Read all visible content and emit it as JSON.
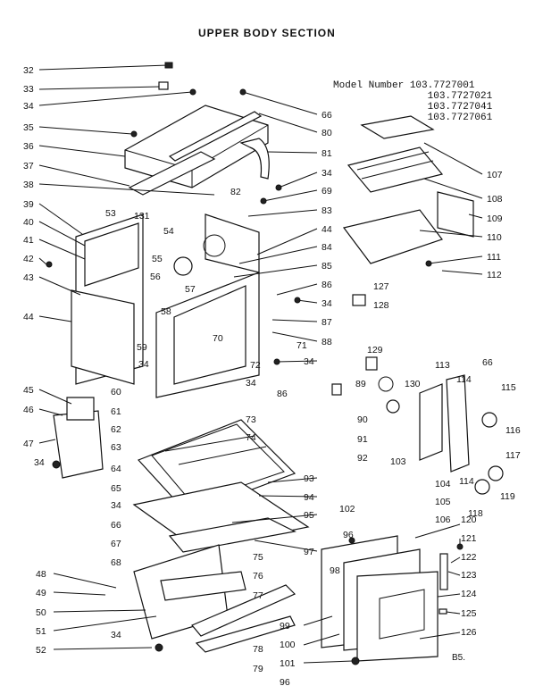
{
  "title": "UPPER BODY SECTION",
  "model_caption": "Model Number",
  "model_numbers": [
    "103.7727001",
    "103.7727021",
    "103.7727041",
    "103.7727061"
  ],
  "page_mark": "B5.",
  "callouts": [
    "32",
    "33",
    "34",
    "35",
    "36",
    "37",
    "38",
    "39",
    "40",
    "41",
    "42",
    "43",
    "44",
    "45",
    "46",
    "47",
    "34",
    "53",
    "131",
    "54",
    "55",
    "56",
    "57",
    "58",
    "59",
    "34",
    "60",
    "61",
    "62",
    "63",
    "64",
    "65",
    "34",
    "66",
    "67",
    "68",
    "48",
    "49",
    "50",
    "51",
    "52",
    "34",
    "66",
    "80",
    "81",
    "34",
    "82",
    "69",
    "83",
    "44",
    "84",
    "85",
    "86",
    "34",
    "87",
    "88",
    "71",
    "70",
    "72",
    "34",
    "86",
    "34",
    "73",
    "74",
    "93",
    "94",
    "95",
    "97",
    "75",
    "76",
    "77",
    "78",
    "79",
    "107",
    "108",
    "109",
    "110",
    "111",
    "112",
    "127",
    "128",
    "129",
    "89",
    "130",
    "113",
    "114",
    "66",
    "115",
    "90",
    "91",
    "92",
    "103",
    "116",
    "117",
    "114",
    "118",
    "119",
    "102",
    "104",
    "105",
    "106",
    "120",
    "121",
    "122",
    "123",
    "124",
    "125",
    "126",
    "96",
    "98",
    "99",
    "100",
    "101",
    "96"
  ]
}
